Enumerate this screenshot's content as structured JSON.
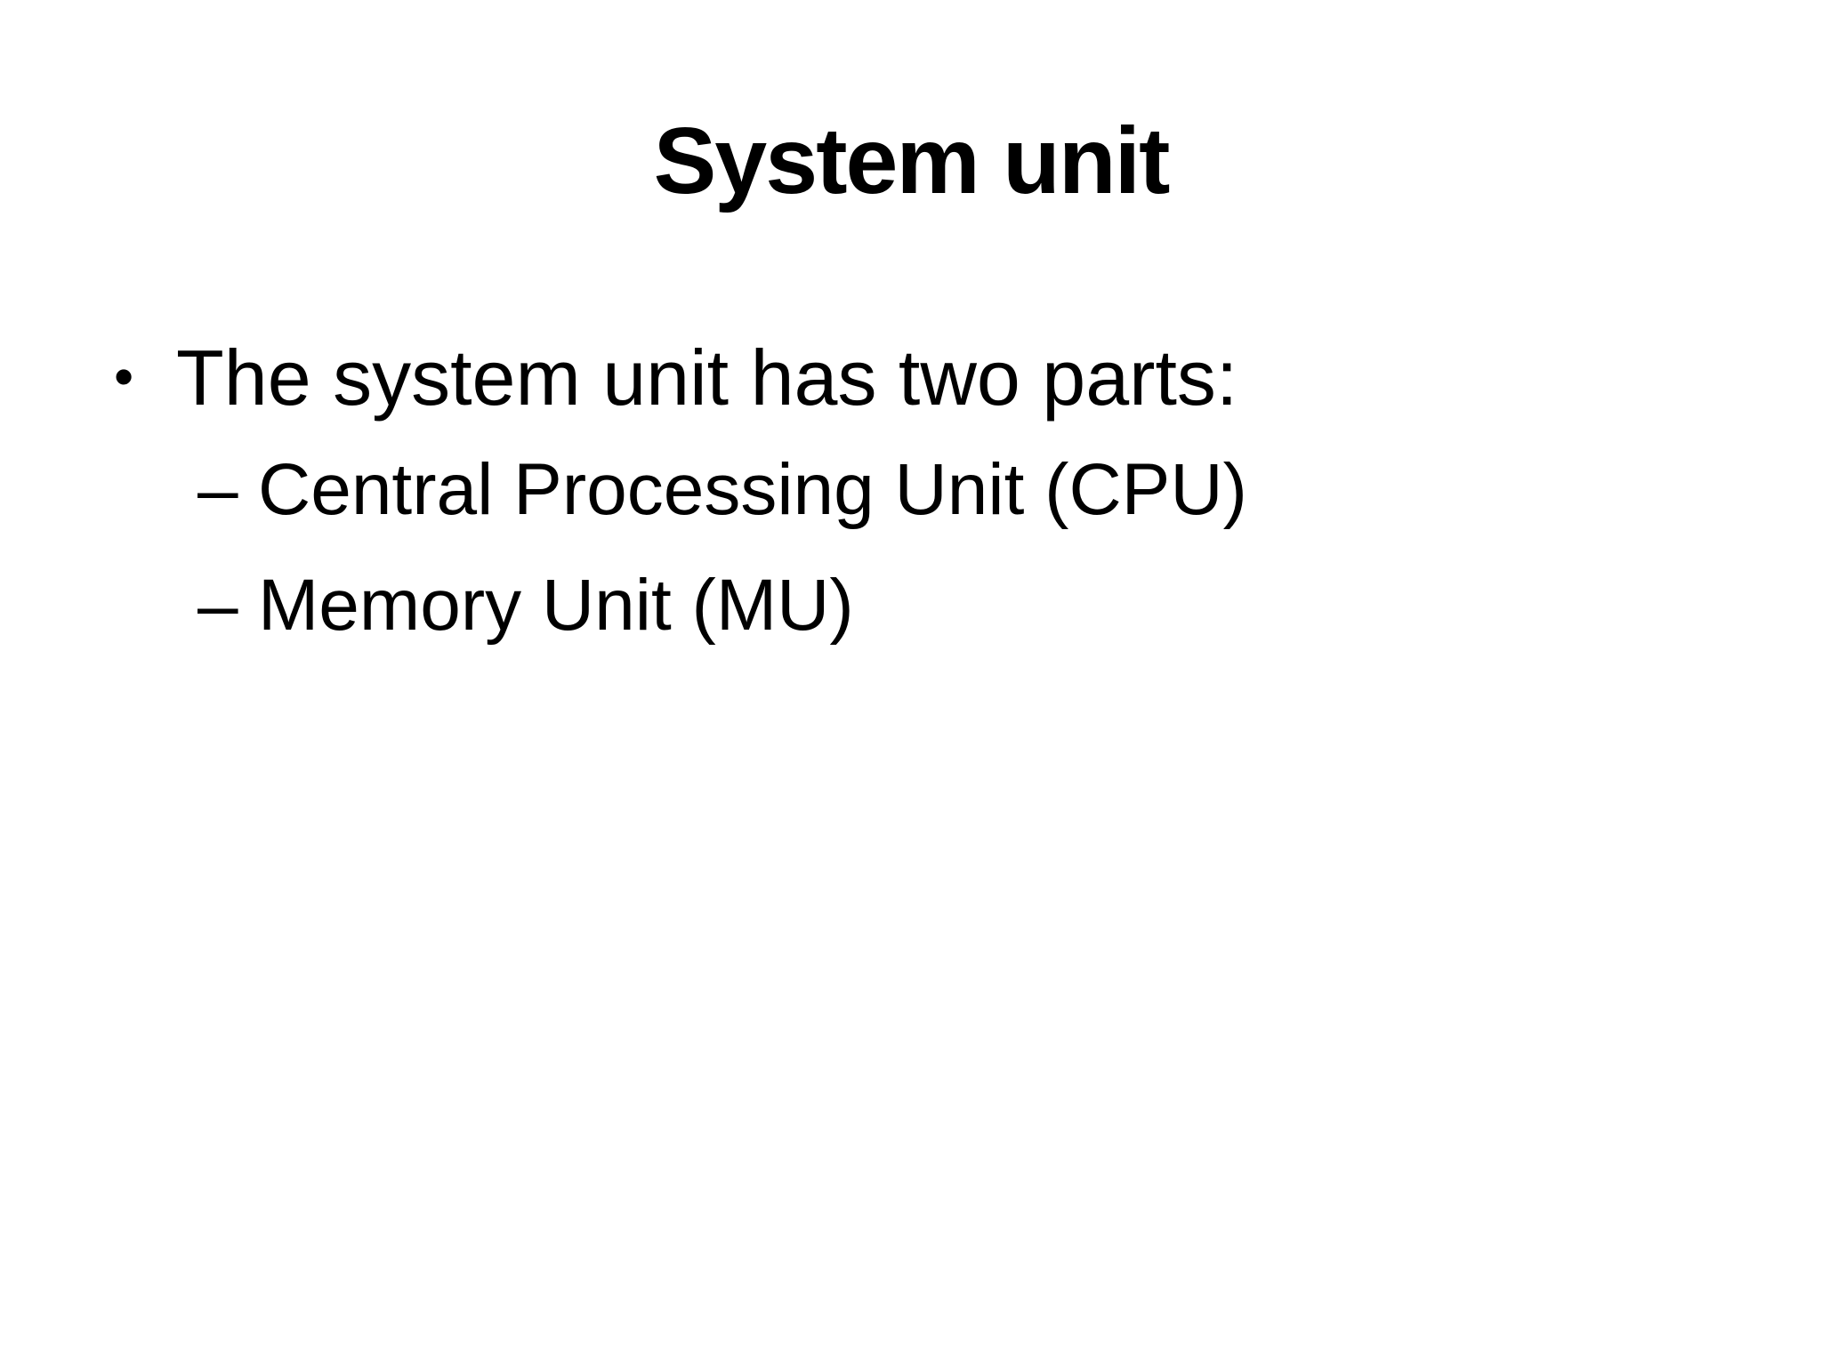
{
  "slide": {
    "title": "System unit",
    "bullets": [
      {
        "level": 1,
        "marker": "•",
        "text": "The system unit has two parts:"
      },
      {
        "level": 2,
        "marker": "–",
        "text": "Central Processing Unit (CPU)"
      },
      {
        "level": 2,
        "marker": "–",
        "text": "Memory Unit (MU)"
      }
    ],
    "colors": {
      "background": "#ffffff",
      "text": "#000000"
    }
  }
}
